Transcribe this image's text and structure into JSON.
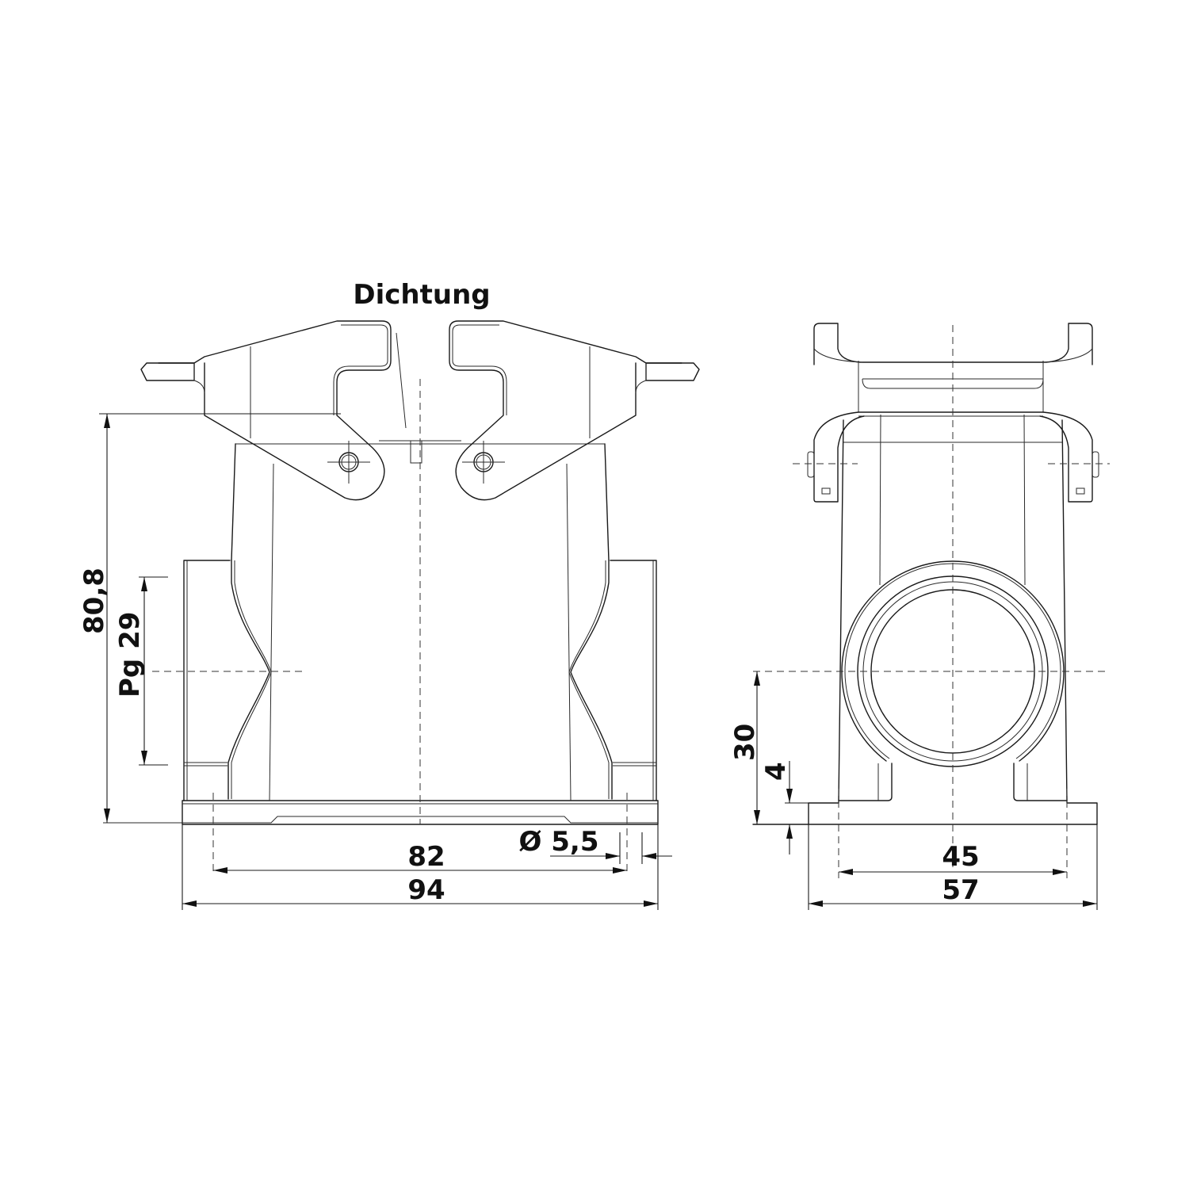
{
  "drawing": {
    "type": "technical_drawing",
    "subject": "Connector housing, high construction, single locking lever, Pg 29 cable entry",
    "stroke_color": "#1a1a1a",
    "background": "#ffffff"
  },
  "front_view": {
    "callout": "Dichtung",
    "dimensions": {
      "overall_height": "80,8",
      "cable_entry": "Pg 29",
      "hole_spacing": "82",
      "overall_width": "94",
      "hole_diameter": "Ø 5,5"
    }
  },
  "side_view": {
    "dimensions": {
      "entry_center_height": "30",
      "flange_thickness": "4",
      "hole_spacing": "45",
      "overall_width": "57"
    }
  }
}
